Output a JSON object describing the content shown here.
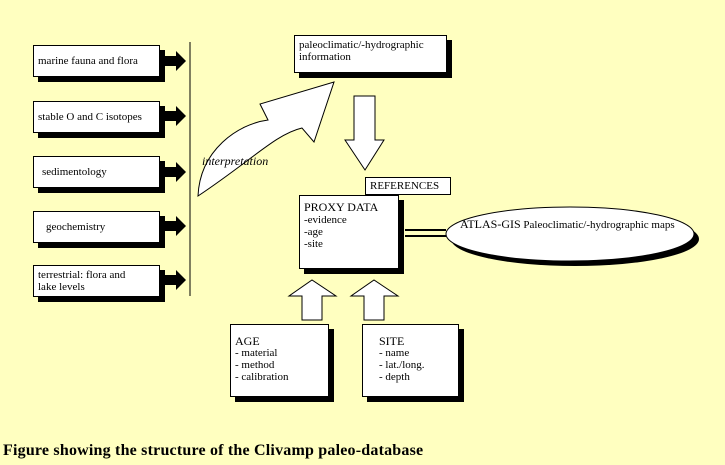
{
  "sources": [
    "marine fauna and flora",
    "stable O and C isotopes",
    "sedimentology",
    "geochemistry",
    [
      "terrestrial: flora and",
      "lake levels"
    ]
  ],
  "interpretation_label": "interpretation",
  "paleo_info": [
    "paleoclimatic/-hydrographic",
    "information"
  ],
  "references_label": "REFERENCES",
  "proxy_data": {
    "title": "PROXY DATA",
    "items": [
      "-evidence",
      "-age",
      "-site"
    ]
  },
  "atlas": {
    "title": "ATLAS-GIS",
    "subtitle": "Paleoclimatic/-hydrographic maps"
  },
  "age_box": {
    "title": "AGE",
    "items": [
      "- material",
      "- method",
      "- calibration"
    ]
  },
  "site_box": {
    "title": "SITE",
    "items": [
      "- name",
      "- lat./long.",
      "- depth"
    ]
  },
  "caption": "Figure showing the structure of the Clivamp paleo-database",
  "colors": {
    "background": "#ffffc0",
    "box": "#ffffff",
    "ink": "#000000"
  }
}
